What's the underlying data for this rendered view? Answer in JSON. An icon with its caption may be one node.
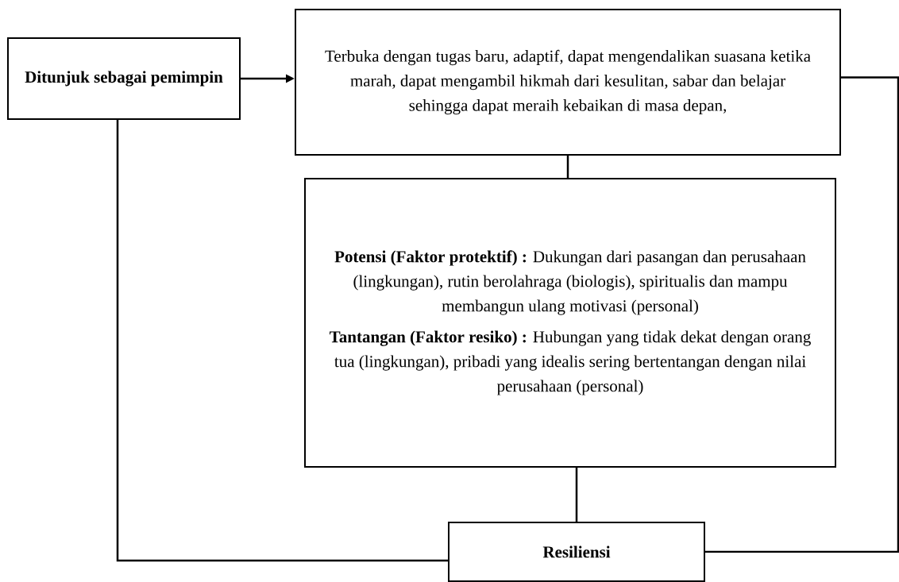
{
  "diagram": {
    "nodes": [
      {
        "text": [
          "Ditunjuk sebagai pemimpin"
        ]
      },
      {
        "text": [
          "Terbuka dengan tugas baru, adaptif, dapat mengendalikan suasana ketika marah, dapat mengambil hikmah dari kesulitan, sabar dan belajar sehingga dapat meraih kebaikan di masa depan,"
        ]
      },
      {
        "text": [
          "**Potensi (Faktor protektif) :** Dukungan dari pasangan dan perusahaan (lingkungan), rutin berolahraga (biologis), spiritualis dan mampu membangun ulang motivasi (personal)",
          "**Tantangan (Faktor resiko) :** Hubungan yang tidak dekat dengan orang tua (lingkungan), pribadi yang idealis sering bertentangan dengan nilai perusahaan (personal)"
        ]
      },
      {
        "text": [
          "Resiliensi"
        ]
      }
    ],
    "edges": [
      {
        "from": 0,
        "to": 1,
        "arrow": "to"
      },
      {
        "from": 1,
        "to": 2,
        "arrow": "none"
      },
      {
        "from": 2,
        "to": 3,
        "arrow": "none"
      },
      {
        "from": 0,
        "to": 3,
        "arrow": "none"
      },
      {
        "from": 1,
        "to": 3,
        "arrow": "none"
      }
    ]
  }
}
